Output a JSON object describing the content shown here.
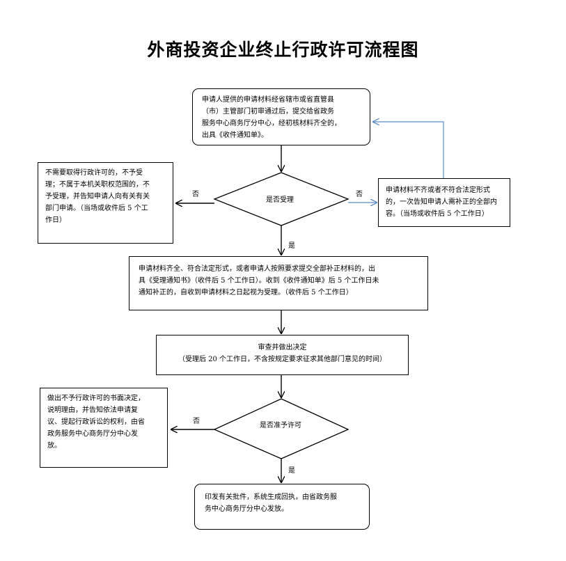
{
  "title": "外商投资企业终止行政许可流程图",
  "nodes": {
    "start": {
      "lines": [
        "申请人提供的申请材料经省辖市或省直管县",
        "（市）主管部门初审通过后，提交给省政务",
        "服务中心商务厅分中心，经初核材料齐全的，",
        "出具《收件通知单》。"
      ]
    },
    "decision_accept": {
      "text": "是否受理"
    },
    "reject_left": {
      "lines": [
        "不需要取得行政许可的，不予受",
        "理；不属于本机关职权范围的，不",
        "予受理，并告知申请人向有关有关",
        "部门申请。（当场或收件后 5 个工",
        "作日）"
      ]
    },
    "supplement": {
      "lines": [
        "申请材料不齐或者不符合法定形式",
        "的，一次告知申请人需补正的全部内",
        "容。（当场或收件后 5 个工作日）"
      ]
    },
    "accepted": {
      "lines": [
        "申请材料齐全、符合法定形式，或者申请人按照要求提交全部补正材料的，出",
        "具《受理通知书》（收件后 5 个工作日）。收到《收件通知单》后 5 个工作日未",
        "通知补正的，自收到申请材料之日起视为受理。（收件后 5 个工作日）"
      ]
    },
    "review": {
      "lines": [
        "审查并做出决定",
        "（受理后 20 个工作日，不含按规定要求征求其他部门意见的时间）"
      ]
    },
    "decision_permit": {
      "text": "是否准予许可"
    },
    "deny": {
      "lines": [
        "做出不予行政许可的书面决定，",
        "说明理由，并告知依法申请复",
        "议、提起行政诉讼的权利，由省",
        "政务服务中心商务厅分中心发",
        "放。"
      ]
    },
    "approve": {
      "lines": [
        "印发有关批件，系统生成回执，由省政务服",
        "务中心商务厅分中心发放。"
      ]
    }
  },
  "edge_labels": {
    "accept_no_left": "否",
    "accept_no_right": "否",
    "accept_yes": "是",
    "permit_no": "否",
    "permit_yes": "是"
  },
  "colors": {
    "line": "#000000",
    "feedback_line": "#5b8cc6"
  }
}
